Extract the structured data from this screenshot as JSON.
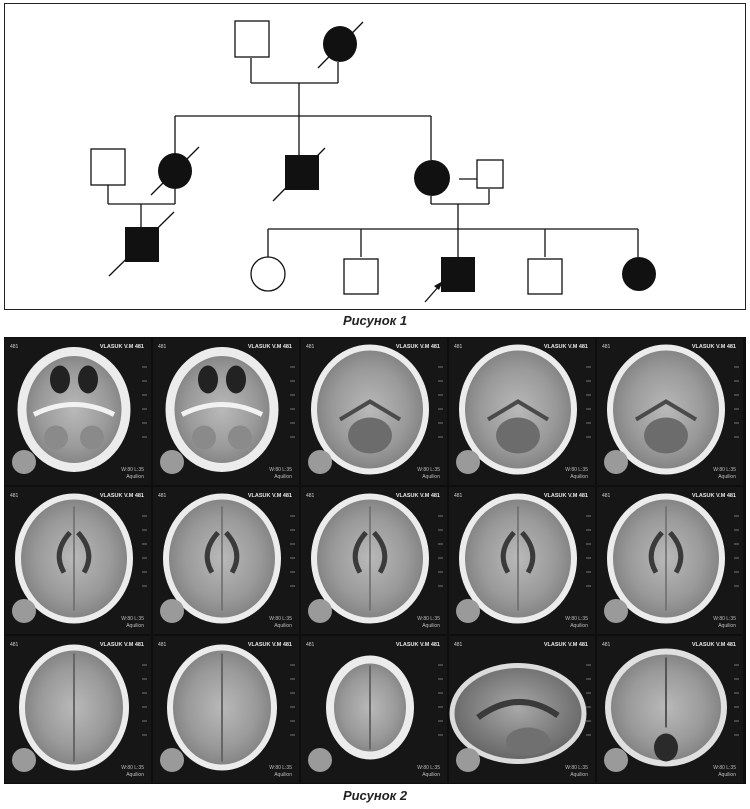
{
  "figure1": {
    "caption": "Рисунок 1"
  },
  "figure2": {
    "caption": "Рисунок 2",
    "scan_label_name": "VLASUK V.M",
    "scan_label_id": "481",
    "scan_label_station": "Aquilion",
    "scan_label_window": "W:80 L:35"
  }
}
